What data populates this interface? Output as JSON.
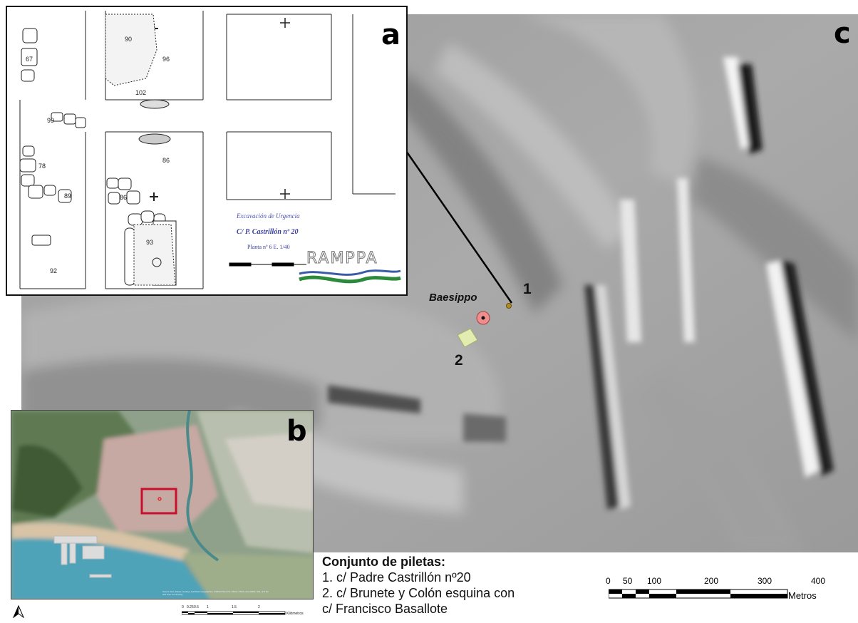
{
  "panels": {
    "a_label": "a",
    "b_label": "b",
    "c_label": "c"
  },
  "map_c": {
    "site_label": "Baesippo",
    "point_1": "1",
    "point_2": "2",
    "colors": {
      "site_marker": "#f08d8d",
      "point1": "#b38a2a",
      "point2_fill": "#e2ecb0"
    }
  },
  "plan_a": {
    "title_line1": "Excavación de Urgencia",
    "title_line2": "C/ P. Castrillón nº 20",
    "title_line3": "Planta nº 6   E. 1/40",
    "logo": "RAMPPA",
    "labels": [
      "67",
      "90",
      "96",
      "102",
      "99",
      "78",
      "89",
      "86",
      "93",
      "92",
      "86"
    ]
  },
  "map_b": {
    "scale_ticks": [
      "0",
      "0.25",
      "0.5",
      "1",
      "1.5",
      "2"
    ],
    "scale_unit": "Kilómetros",
    "credits": "Source: Esri, Maxar, GeoEye, Earthstar Geographics, CNES/Airbus DS, USDA, USGS, AeroGRID, IGN, and the GIS User Community"
  },
  "legend": {
    "title": "Conjunto de piletas:",
    "items": [
      {
        "num": "1.",
        "text": "c/ Padre Castrillón nº20"
      },
      {
        "num": "2.",
        "text": "c/ Brunete y Colón esquina con"
      },
      {
        "num": "",
        "text": "c/ Francisco Basallote"
      }
    ]
  },
  "scalebar": {
    "ticks": [
      "0",
      "50",
      "100",
      "200",
      "300",
      "400"
    ],
    "unit": "Metros"
  },
  "north_arrow": "north-arrow-icon"
}
